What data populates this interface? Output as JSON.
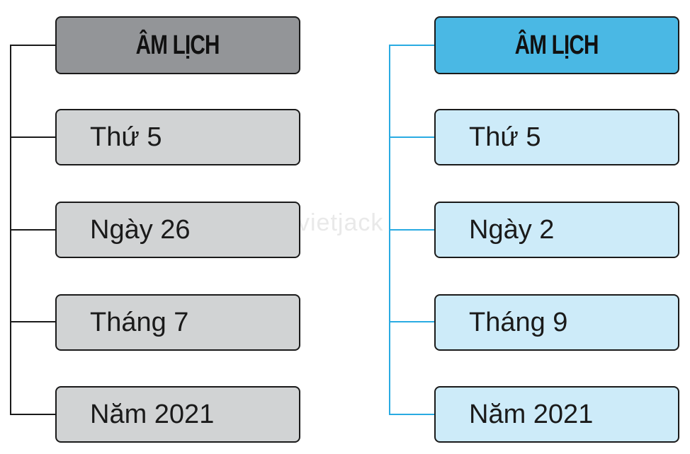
{
  "left_panel": {
    "header": "ÂM LỊCH",
    "items": [
      "Thứ 5",
      "Ngày 26",
      "Tháng 7",
      "Năm 2021"
    ],
    "colors": {
      "header": "#939598",
      "item": "#d1d3d4",
      "line": "#1a1a1a"
    }
  },
  "right_panel": {
    "header": "ÂM LỊCH",
    "items": [
      "Thứ 5",
      "Ngày 2",
      "Tháng 9",
      "Năm 2021"
    ],
    "colors": {
      "header": "#4ab8e4",
      "item": "#cdebf9",
      "line": "#29abe2"
    }
  },
  "watermark": "vietjack"
}
